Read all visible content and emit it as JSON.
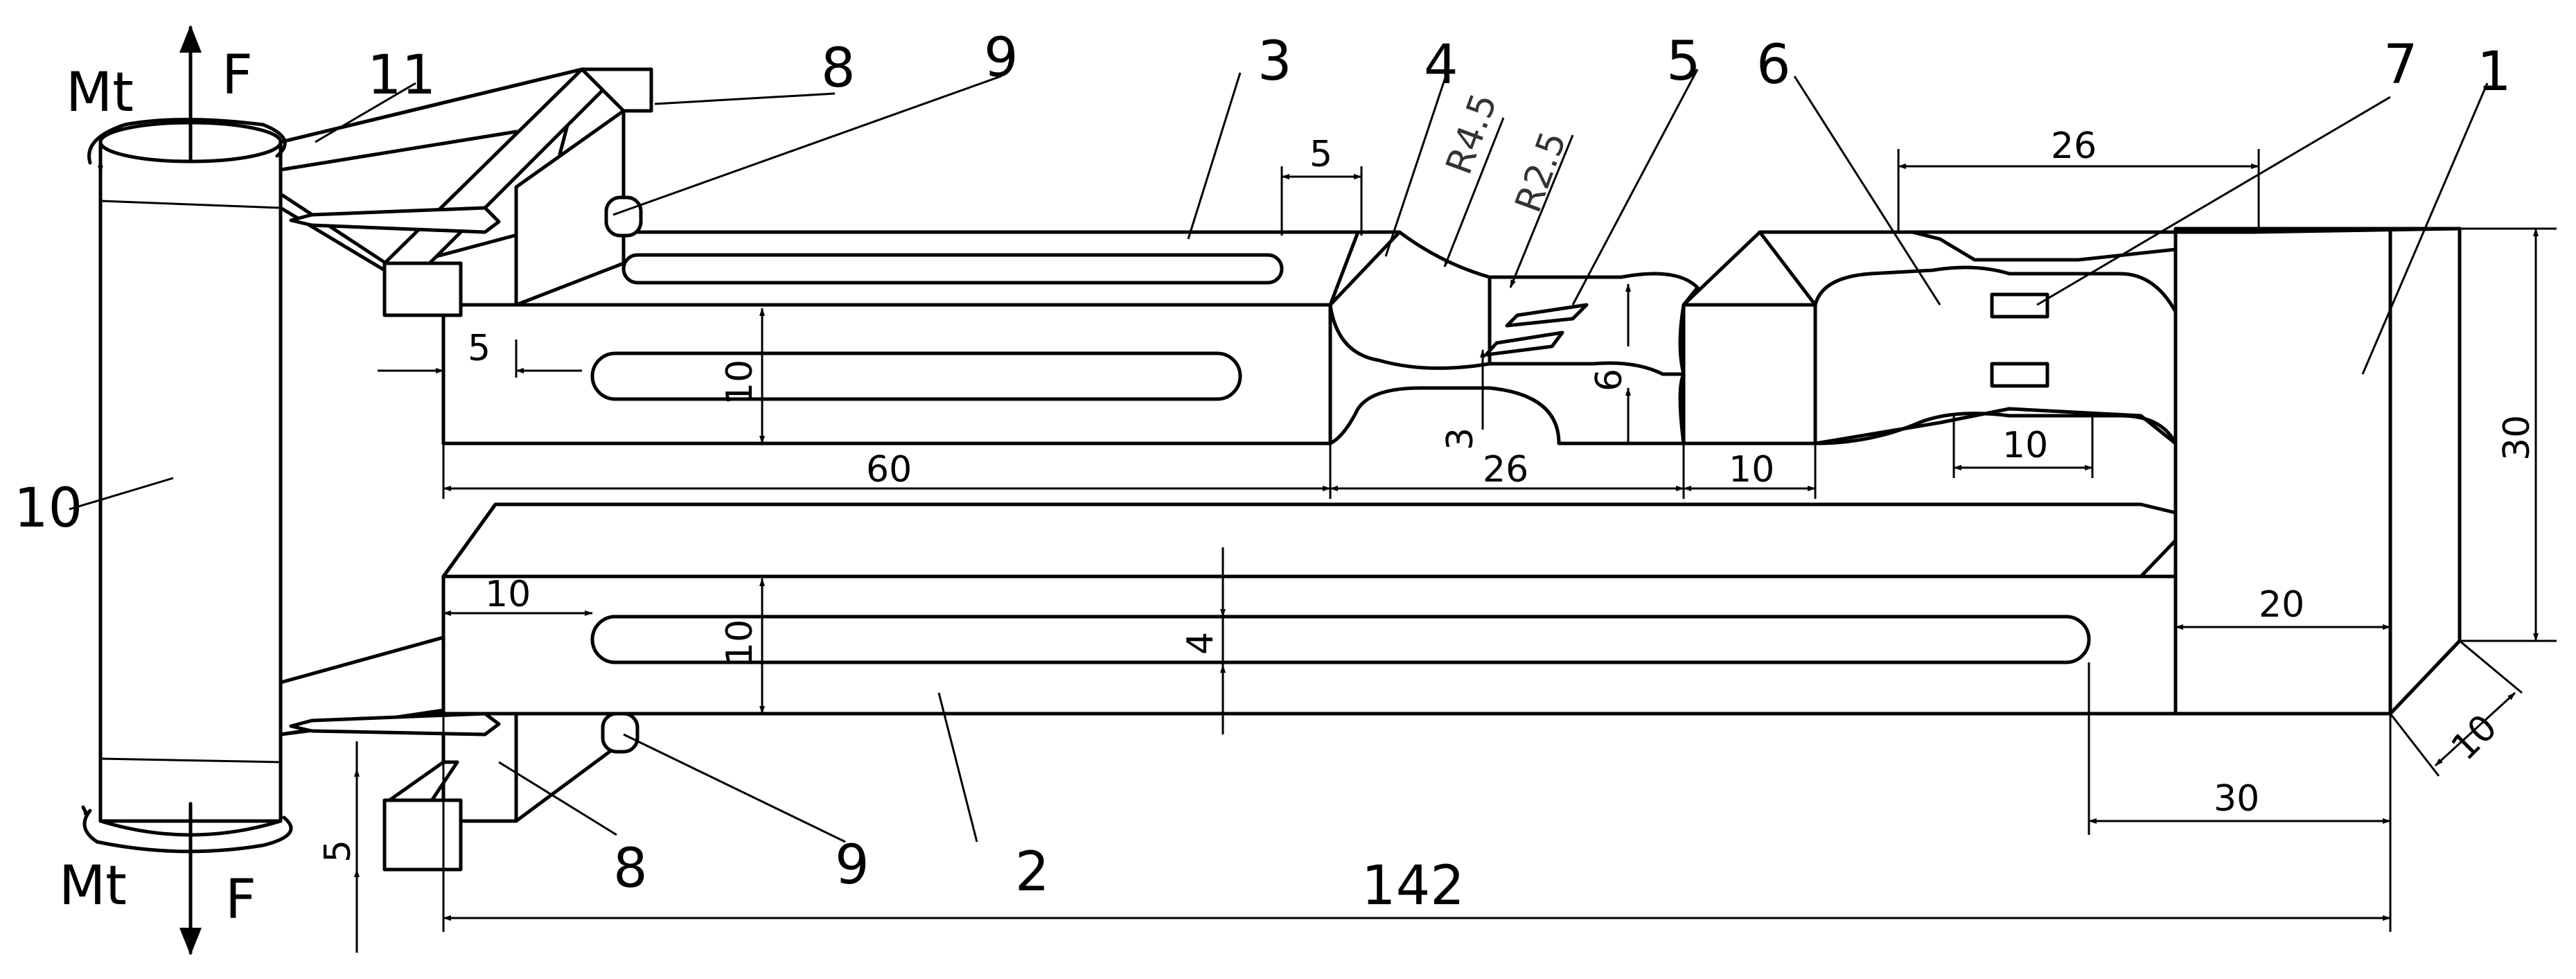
{
  "labels": {
    "p1": "1",
    "p2": "2",
    "p3": "3",
    "p4": "4",
    "p5": "5",
    "p6": "6",
    "p7": "7",
    "p8a": "8",
    "p8b": "8",
    "p9a": "9",
    "p9b": "9",
    "p10": "10",
    "p11": "11"
  },
  "loads": {
    "mt_top": "Mt",
    "f_top": "F",
    "mt_bottom": "Mt",
    "f_bottom": "F"
  },
  "radii": {
    "r_large": "R4.5",
    "r_small": "R2.5"
  },
  "dimensions": {
    "d5_top": "5",
    "d26_top": "26",
    "d5_left": "5",
    "d10_slot_upper": "10",
    "d6": "6",
    "d3": "3",
    "d60": "60",
    "d26_mid": "26",
    "d10_mid": "10",
    "d10_gauge": "10",
    "d30_height": "30",
    "d10_left_lower": "10",
    "d10_slot_lower": "10",
    "d4": "4",
    "d20": "20",
    "d10_thickness": "10",
    "d30_lower": "30",
    "d5_bottom": "5",
    "d142": "142"
  }
}
